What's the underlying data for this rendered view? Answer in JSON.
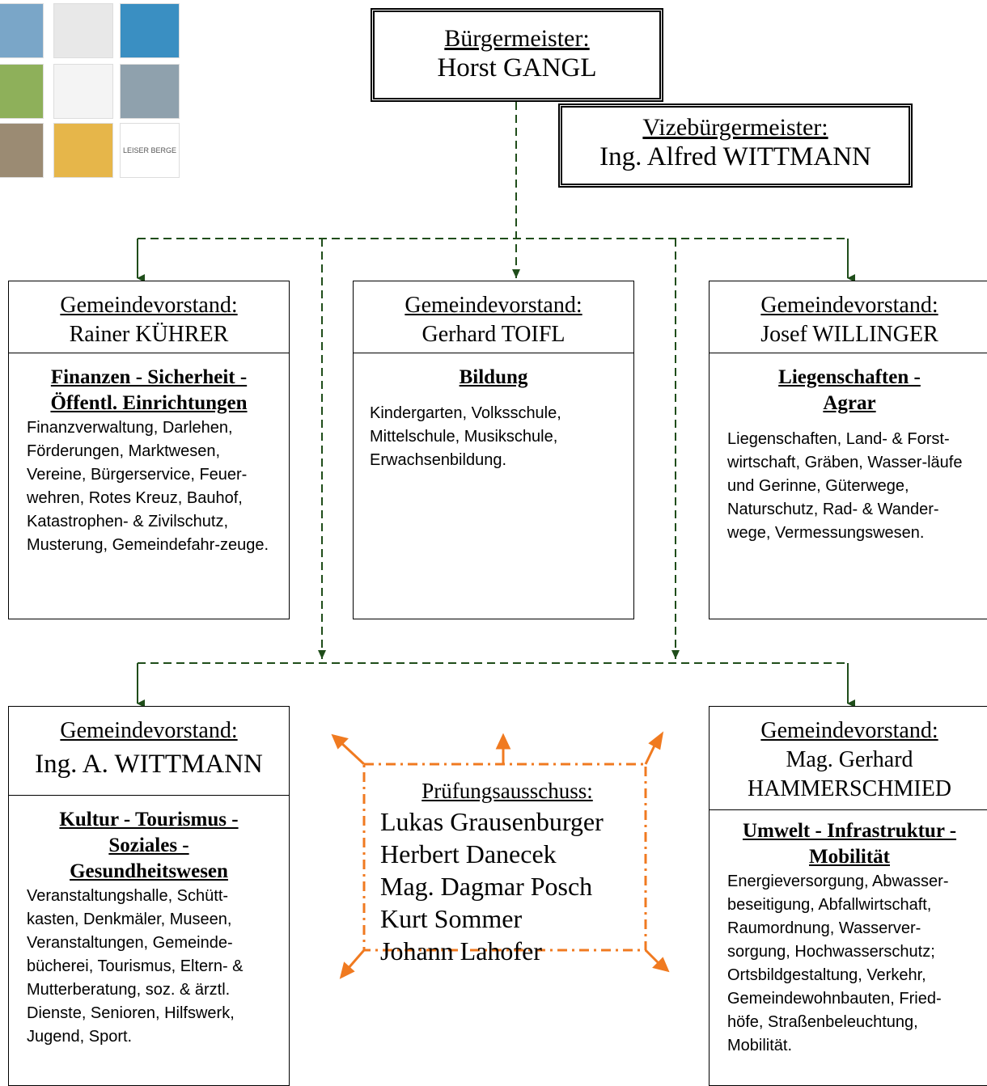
{
  "colors": {
    "connector": "#1f4d1a",
    "audit": "#f07a20"
  },
  "logo_tiles": [
    {
      "icon": "lookout-tower-photo",
      "bg": "#7aa6c8"
    },
    {
      "icon": "oko-game-board-icon",
      "bg": "#e8e8e8"
    },
    {
      "icon": "water-splash-photo",
      "bg": "#3a8fc2"
    },
    {
      "icon": "meadow-family-photo",
      "bg": "#8eb05a"
    },
    {
      "icon": "municipal-coat-of-arms-icon",
      "bg": "#f4f4f4"
    },
    {
      "icon": "steam-locomotive-photo",
      "bg": "#8fa1ad"
    },
    {
      "icon": "old-building-photo",
      "bg": "#9b8b73"
    },
    {
      "icon": "village-map-icon",
      "bg": "#e6b64a"
    },
    {
      "icon": "leiser-berge-logo",
      "bg": "#ffffff",
      "text": "LEISER BERGE"
    }
  ],
  "mayor": {
    "role": "Bürgermeister:",
    "name": "Horst GANGL"
  },
  "vice_mayor": {
    "role": "Vizebürgermeister:",
    "name": "Ing. Alfred WITTMANN"
  },
  "boards": [
    {
      "role": "Gemeindevorstand:",
      "name": "Rainer KÜHRER",
      "title": "Finanzen - Sicherheit - Öffentl. Einrichtungen",
      "description": "Finanzverwaltung, Darlehen, Förderungen, Marktwesen, Vereine, Bürgerservice, Feuer-wehren, Rotes Kreuz, Bauhof, Katastrophen- & Zivilschutz, Musterung, Gemeindefahr-zeuge."
    },
    {
      "role": "Gemeindevorstand:",
      "name": "Gerhard TOIFL",
      "title": "Bildung",
      "description": "Kindergarten, Volksschule, Mittelschule, Musikschule, Erwachsenbildung."
    },
    {
      "role": "Gemeindevorstand:",
      "name": "Josef WILLINGER",
      "title": "Liegenschaften - Agrar",
      "description": "Liegenschaften, Land- & Forst-wirtschaft, Gräben, Wasser-läufe und Gerinne, Güterwege, Naturschutz, Rad- & Wander-wege, Vermessungswesen."
    },
    {
      "role": "Gemeindevorstand:",
      "name": "Ing. A. WITTMANN",
      "title": "Kultur - Tourismus - Soziales - Gesundheitswesen",
      "description": "Veranstaltungshalle, Schütt-kasten, Denkmäler, Museen, Veranstaltungen, Gemeinde-bücherei, Tourismus, Eltern- & Mutterberatung, soz. & ärztl. Dienste, Senioren, Hilfswerk, Jugend, Sport."
    },
    {
      "role": "Gemeindevorstand:",
      "name": "Mag. Gerhard HAMMERSCHMIED",
      "title": "Umwelt - Infrastruktur - Mobilität",
      "description": "Energieversorgung, Abwasser-beseitigung, Abfallwirtschaft, Raumordnung, Wasserver-sorgung, Hochwasserschutz; Ortsbildgestaltung, Verkehr, Gemeindewohnbauten, Fried-höfe, Straßenbeleuchtung, Mobilität."
    }
  ],
  "audit": {
    "title": "Prüfungsausschuss:",
    "members": [
      "Lukas Grausenburger",
      "Herbert Danecek",
      "Mag. Dagmar Posch",
      "Kurt Sommer",
      "Johann Lahofer"
    ]
  }
}
